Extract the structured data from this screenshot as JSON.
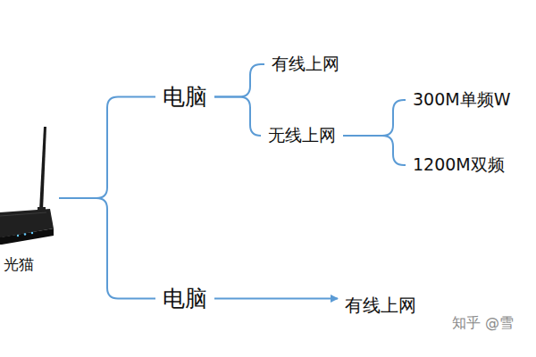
{
  "diagram": {
    "nodes": [
      {
        "text": [
          "光猫"
        ]
      },
      {
        "text": [
          "电脑"
        ]
      },
      {
        "text": [
          "有线上网"
        ]
      },
      {
        "text": [
          "无线上网"
        ]
      },
      {
        "text": [
          "300M单频W"
        ]
      },
      {
        "text": [
          "1200M双频"
        ]
      },
      {
        "text": [
          "电脑"
        ]
      },
      {
        "text": [
          "有线上网"
        ]
      }
    ],
    "edges": [
      {
        "from": 0,
        "to": 1,
        "arrow": "none"
      },
      {
        "from": 0,
        "to": 6,
        "arrow": "none"
      },
      {
        "from": 1,
        "to": 2,
        "arrow": "none"
      },
      {
        "from": 1,
        "to": 3,
        "arrow": "none"
      },
      {
        "from": 3,
        "to": 4,
        "arrow": "none"
      },
      {
        "from": 3,
        "to": 5,
        "arrow": "none"
      },
      {
        "from": 6,
        "to": 7,
        "arrow": "to"
      }
    ],
    "labels": [
      "知乎 @雪"
    ]
  }
}
